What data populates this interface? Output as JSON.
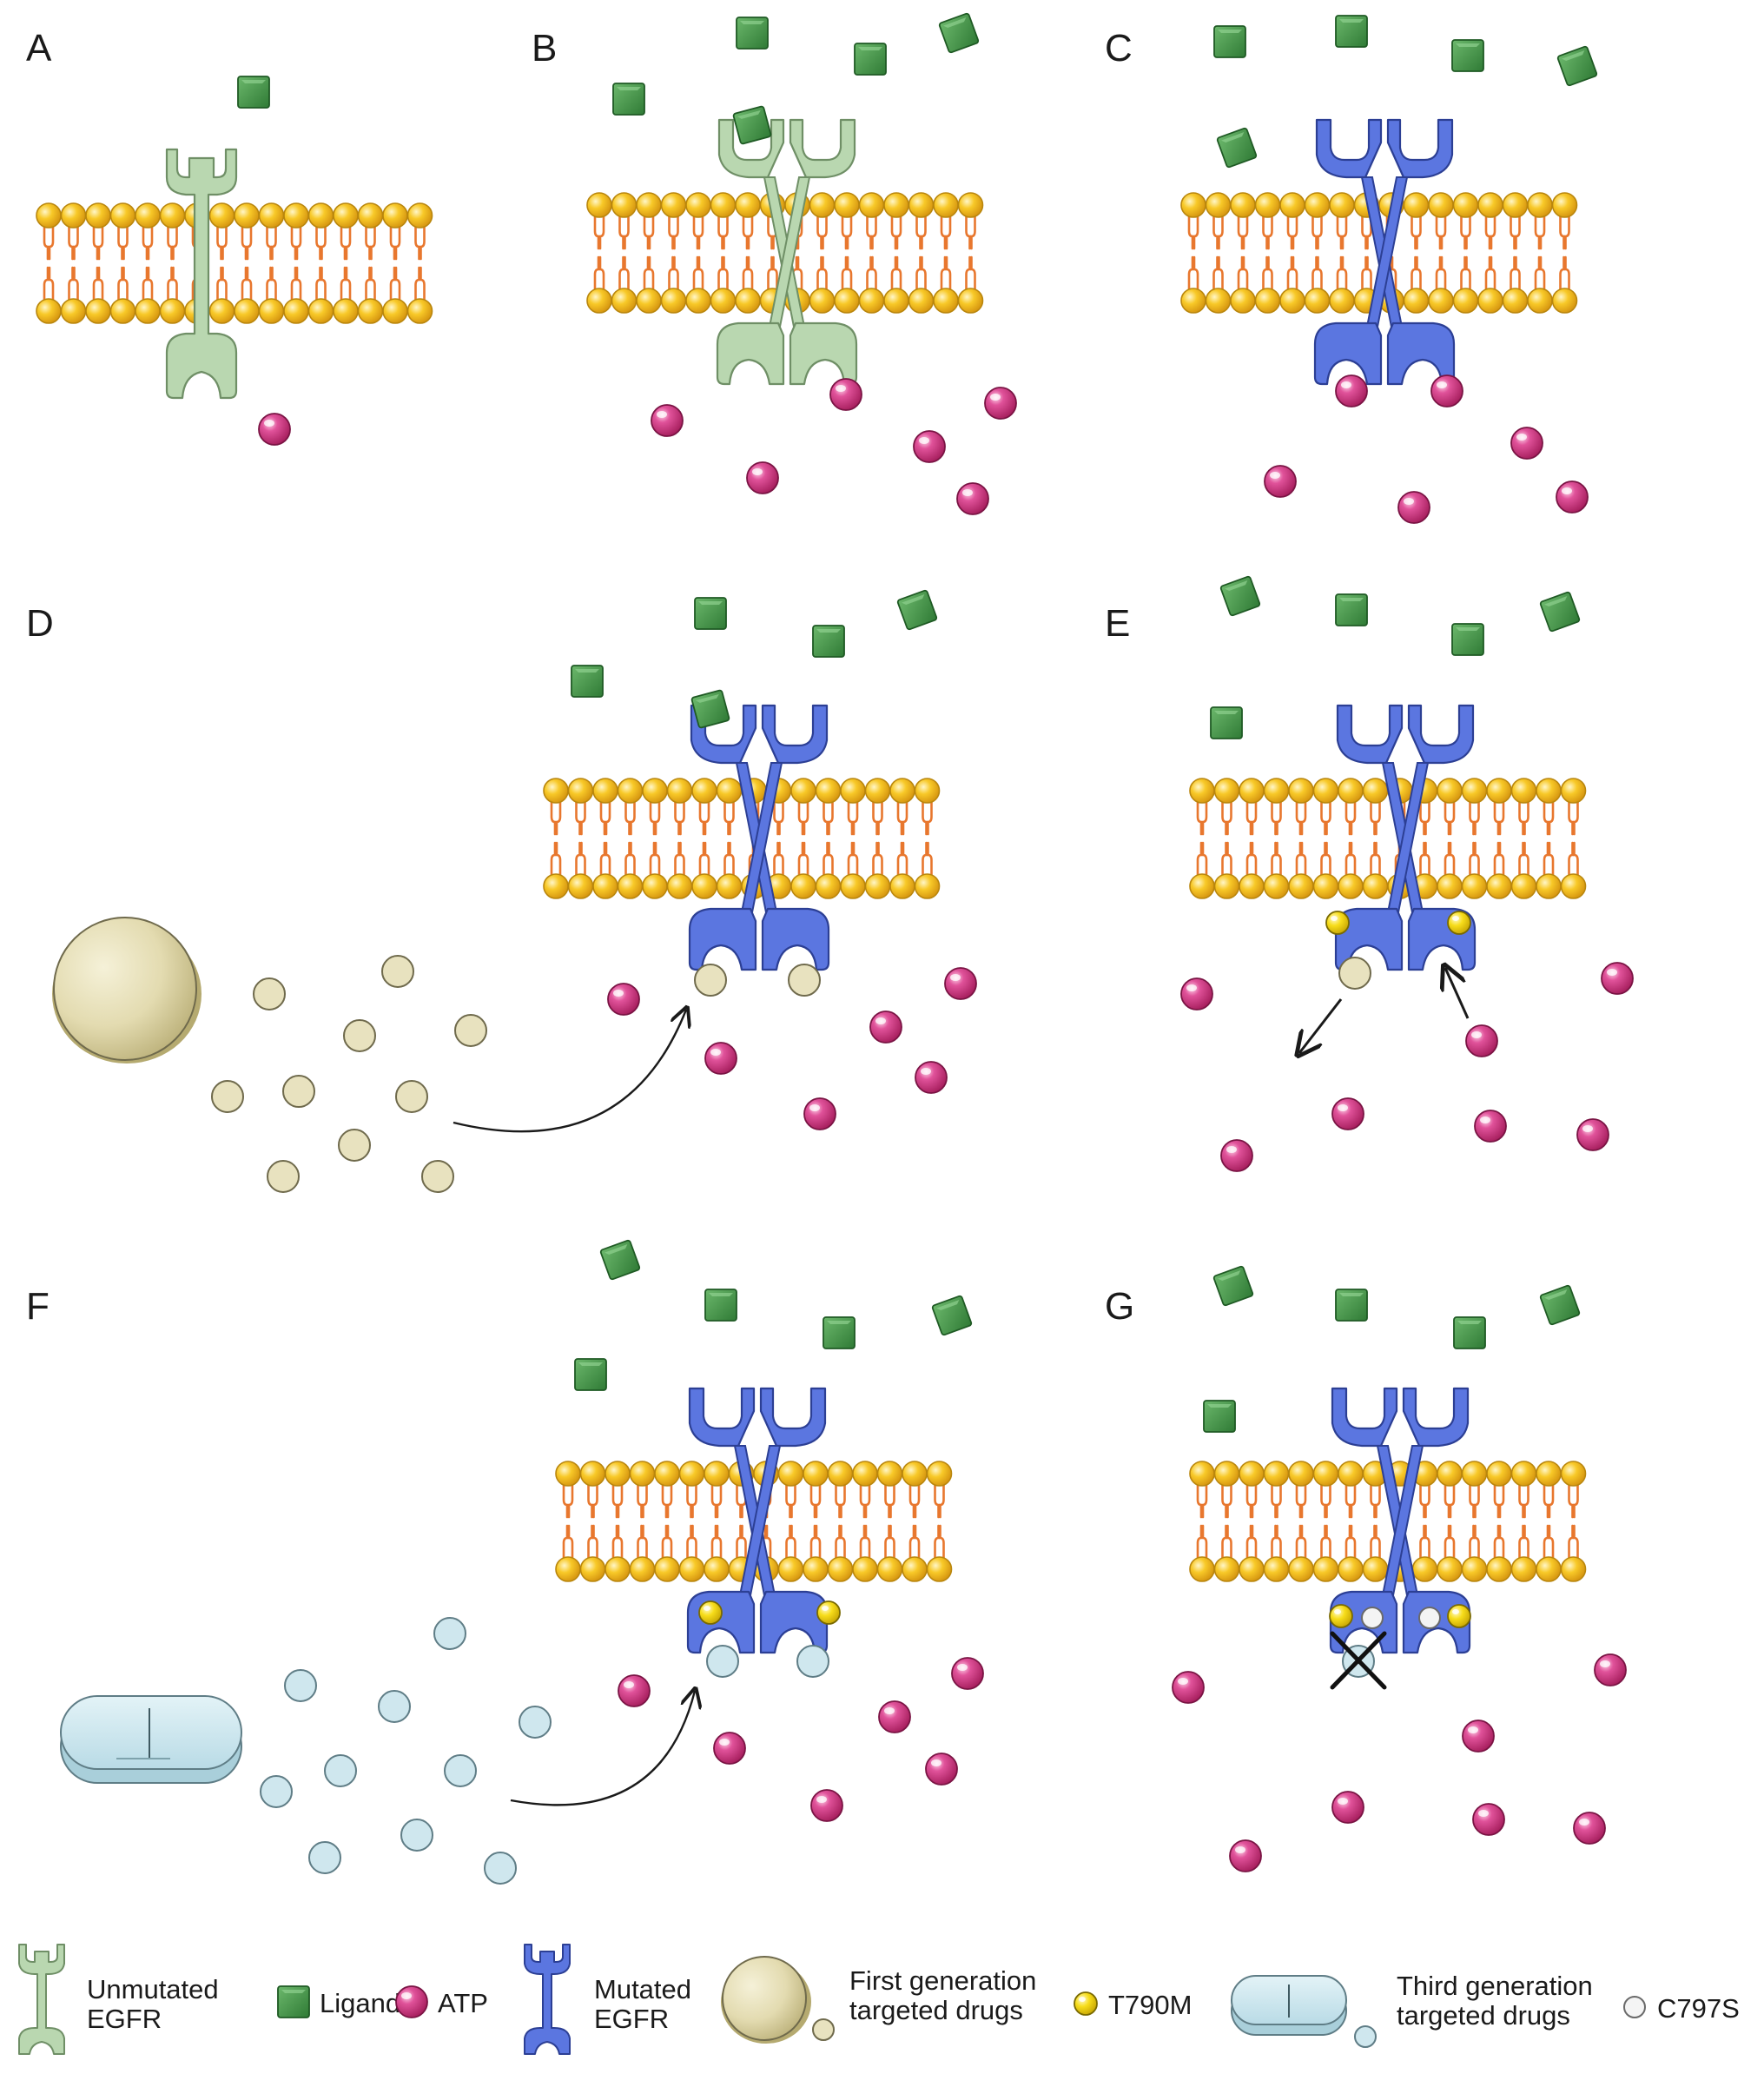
{
  "panels": [
    {
      "id": "A",
      "label": "A"
    },
    {
      "id": "B",
      "label": "B"
    },
    {
      "id": "C",
      "label": "C"
    },
    {
      "id": "D",
      "label": "D"
    },
    {
      "id": "E",
      "label": "E"
    },
    {
      "id": "F",
      "label": "F"
    },
    {
      "id": "G",
      "label": "G"
    }
  ],
  "legend": {
    "unmutated_egfr": {
      "line1": "Unmutated",
      "line2": "EGFR"
    },
    "ligand": "Ligand",
    "atp": "ATP",
    "mutated_egfr": {
      "line1": "Mutated",
      "line2": "EGFR"
    },
    "first_gen": {
      "line1": "First generation",
      "line2": "targeted drugs"
    },
    "t790m": "T790M",
    "third_gen": {
      "line1": "Third generation",
      "line2": "targeted drugs"
    },
    "c797s": "C797S"
  },
  "colors": {
    "unmutated_receptor": "#b9d7b0",
    "mutated_receptor": "#5b76e0",
    "ligand": "#3f8f44",
    "atp": "#d63f8c",
    "lipid_head": "#f6c22a",
    "lipid_tail": "#e8772e",
    "first_gen_drug": "#e8e2bf",
    "third_gen_drug": "#cfe7ee",
    "t790m": "#f5d915",
    "c797s": "#f2f2f2"
  }
}
